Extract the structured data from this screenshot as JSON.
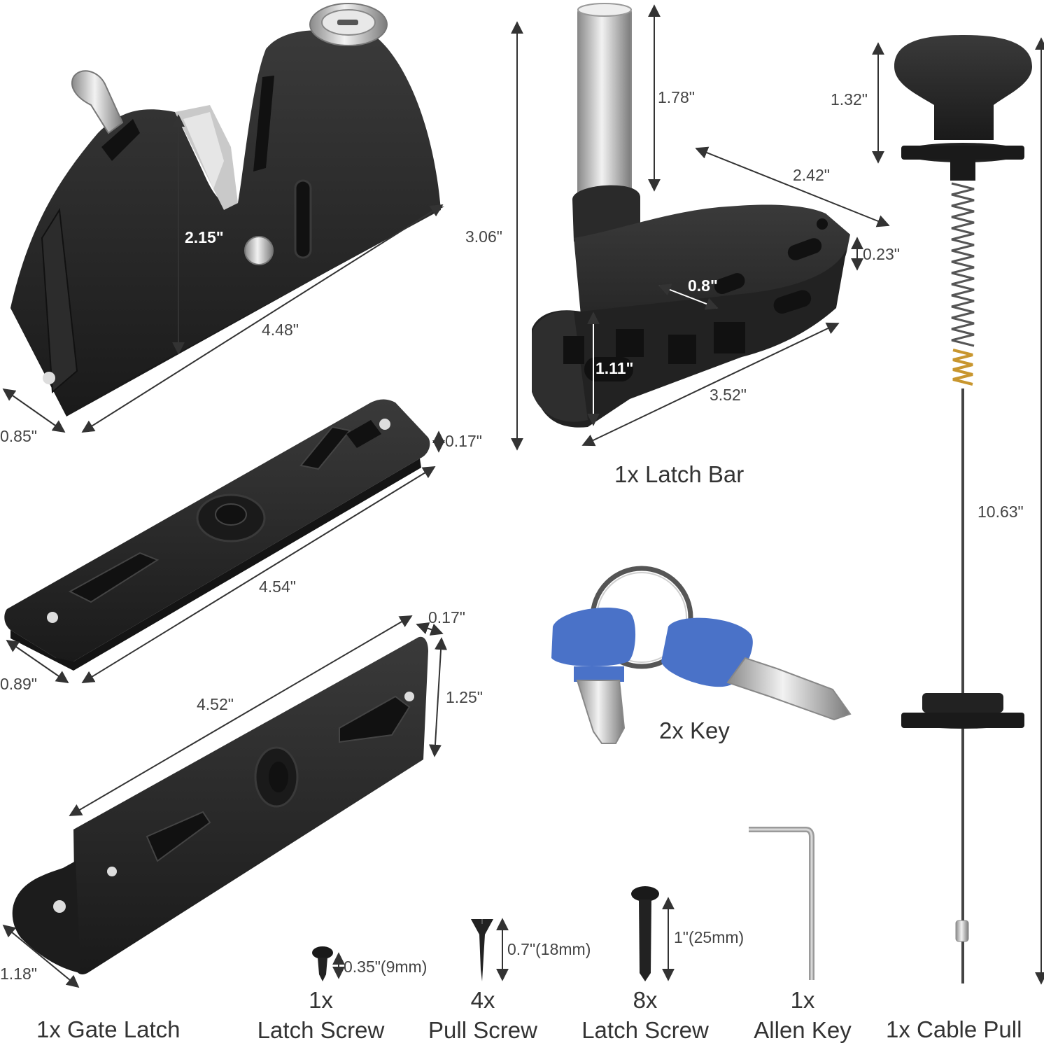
{
  "palette": {
    "part": "#262626",
    "part_dark": "#141414",
    "part_edge": "#3a3a3a",
    "metal": "#c8c8c8",
    "metal_light": "#eeeeee",
    "key_blue": "#4a72c8",
    "spring_gold": "#c8962e",
    "dimension_line": "#333333",
    "text": "#444444"
  },
  "dimensions": {
    "gate_latch_height": "2.15\"",
    "gate_latch_length": "4.48\"",
    "gate_latch_width": "0.85\"",
    "latch_bar_total_height": "3.06\"",
    "latch_bar_pin_height": "1.78\"",
    "latch_bar_arm_length": "2.42\"",
    "latch_bar_thickness": "0.23\"",
    "latch_bar_slot": "0.8\"",
    "latch_bar_body_height": "1.11\"",
    "latch_bar_base_length": "3.52\"",
    "cable_knob_height": "1.32\"",
    "cable_length": "10.63\"",
    "plate1_thickness": "0.17\"",
    "plate1_length": "4.54\"",
    "plate1_width": "0.89\"",
    "plate2_thickness": "0.17\"",
    "plate2_length": "4.52\"",
    "plate2_height": "1.25\"",
    "plate2_width": "1.18\"",
    "latch_screw_small_length": "0.35\"(9mm)",
    "pull_screw_length": "0.7\"(18mm)",
    "latch_screw_large_length": "1\"(25mm)"
  },
  "captions": {
    "latch_bar": "1x Latch Bar",
    "key": "2x Key",
    "gate_latch": "1x Gate Latch",
    "latch_screw_small": {
      "qty": "1x",
      "name": "Latch Screw"
    },
    "pull_screw": {
      "qty": "4x",
      "name": "Pull Screw"
    },
    "latch_screw_large": {
      "qty": "8x",
      "name": "Latch Screw"
    },
    "allen_key": {
      "qty": "1x",
      "name": "Allen Key"
    },
    "cable_pull": "1x Cable Pull"
  },
  "icons": [
    "gate-latch-illustration",
    "latch-bar-illustration",
    "cable-pull-illustration",
    "strike-plate-illustration",
    "bracket-plate-illustration",
    "keys-illustration",
    "screw-icon",
    "allen-key-icon"
  ]
}
